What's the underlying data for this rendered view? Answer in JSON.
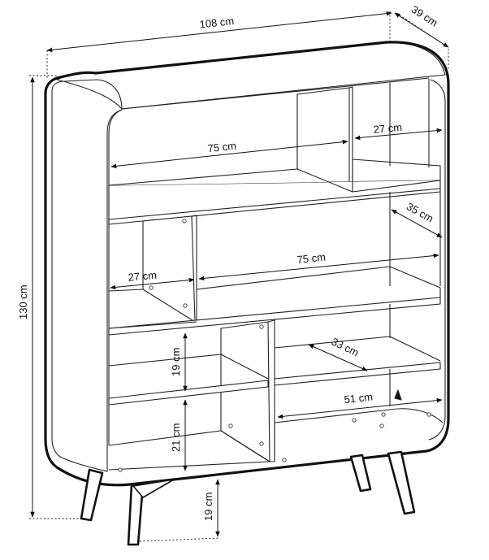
{
  "dimensions": {
    "width_top": "108 cm",
    "depth_top": "39 cm",
    "height_total": "130 cm",
    "shelf_top_wide": "75 cm",
    "shelf_top_right": "27 cm",
    "depth_right": "35 cm",
    "shelf_mid_left": "27 cm",
    "shelf_mid_wide": "75 cm",
    "shelf_low_right_depth": "33 cm",
    "compartment_height_upper": "19 cm",
    "compartment_height_lower": "21 cm",
    "shelf_bottom_right": "51 cm",
    "leg_height": "19 cm"
  }
}
